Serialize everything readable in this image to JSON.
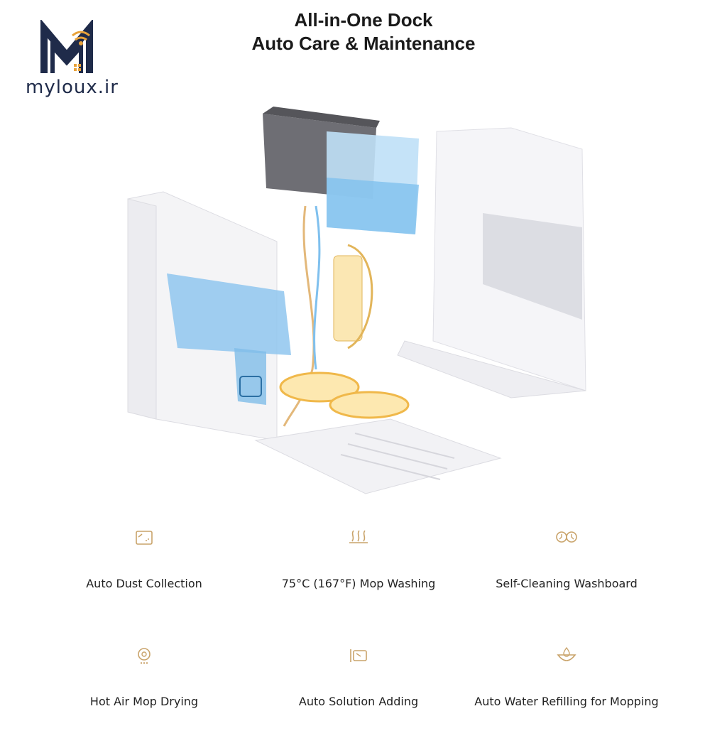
{
  "brand": {
    "logo_icon": "house-wifi-logo-icon",
    "name": "myloux.ir"
  },
  "header": {
    "line1": "All-in-One Dock",
    "line2": "Auto Care & Maintenance"
  },
  "hero_image": "exploded-dock-illustration",
  "features": [
    {
      "label": "Auto Dust Collection",
      "icon": "dust-bin-icon"
    },
    {
      "label": "75°C (167°F) Mop Washing",
      "icon": "steam-icon"
    },
    {
      "label": "Self-Cleaning Washboard",
      "icon": "dual-mop-icon"
    },
    {
      "label": "Hot Air Mop Drying",
      "icon": "hot-air-icon"
    },
    {
      "label": "Auto Solution Adding",
      "icon": "solution-icon"
    },
    {
      "label": "Auto Water Refilling for Mopping",
      "icon": "water-drop-icon"
    }
  ],
  "colors": {
    "accent": "#c9a36a",
    "logo_navy": "#1f2b4a",
    "logo_gold": "#e8a23a",
    "water_blue": "#6fb9e8"
  }
}
